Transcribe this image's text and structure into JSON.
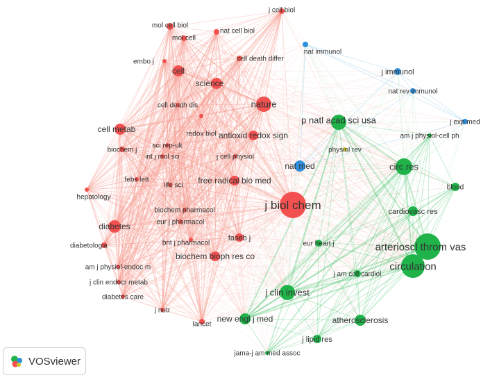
{
  "app": {
    "name": "VOSviewer"
  },
  "colors": {
    "red": "#f2514f",
    "green": "#1fb34a",
    "blue": "#2f8fdc",
    "yellow": "#c9c92a",
    "edge_red": "#f59a8f",
    "edge_green": "#57c979",
    "edge_blue": "#7cc0ec"
  },
  "network": {
    "nodes": [
      {
        "id": "j biol chem",
        "cluster": "red"
      },
      {
        "id": "nature",
        "cluster": "red"
      },
      {
        "id": "cell",
        "cluster": "red"
      },
      {
        "id": "science",
        "cluster": "red"
      },
      {
        "id": "cell metab",
        "cluster": "red"
      },
      {
        "id": "diabetes",
        "cluster": "red"
      },
      {
        "id": "mol cell biol",
        "cluster": "red"
      },
      {
        "id": "mol cell",
        "cluster": "red"
      },
      {
        "id": "nat cell biol",
        "cluster": "red"
      },
      {
        "id": "j cell biol",
        "cluster": "red"
      },
      {
        "id": "embo j",
        "cluster": "red"
      },
      {
        "id": "cell death differ",
        "cluster": "red"
      },
      {
        "id": "cell death dis",
        "cluster": "red"
      },
      {
        "id": "redox biol",
        "cluster": "red"
      },
      {
        "id": "antioxid redox sign",
        "cluster": "red"
      },
      {
        "id": "biochem j",
        "cluster": "red"
      },
      {
        "id": "sci rep-uk",
        "cluster": "red"
      },
      {
        "id": "int j mol sci",
        "cluster": "red"
      },
      {
        "id": "j cell physiol",
        "cluster": "red"
      },
      {
        "id": "febs lett",
        "cluster": "red"
      },
      {
        "id": "life sci",
        "cluster": "red"
      },
      {
        "id": "hepatology",
        "cluster": "red"
      },
      {
        "id": "free radical bio med",
        "cluster": "red"
      },
      {
        "id": "biochem pharmacol",
        "cluster": "red"
      },
      {
        "id": "eur j pharmacol",
        "cluster": "red"
      },
      {
        "id": "diabetologia",
        "cluster": "red"
      },
      {
        "id": "brit j pharmacol",
        "cluster": "red"
      },
      {
        "id": "faseb j",
        "cluster": "red"
      },
      {
        "id": "biochem bioph res co",
        "cluster": "red"
      },
      {
        "id": "am j physiol-endoc m",
        "cluster": "red"
      },
      {
        "id": "j clin endocr metab",
        "cluster": "red"
      },
      {
        "id": "diabetes care",
        "cluster": "red"
      },
      {
        "id": "j nutr",
        "cluster": "red"
      },
      {
        "id": "lancet",
        "cluster": "red"
      },
      {
        "id": "p natl acad sci usa",
        "cluster": "green"
      },
      {
        "id": "circ res",
        "cluster": "green"
      },
      {
        "id": "blood",
        "cluster": "green"
      },
      {
        "id": "cardiovasc res",
        "cluster": "green"
      },
      {
        "id": "arterioscl throm vas",
        "cluster": "green"
      },
      {
        "id": "circulation",
        "cluster": "green"
      },
      {
        "id": "eur heart j",
        "cluster": "green"
      },
      {
        "id": "j am coll cardiol",
        "cluster": "green"
      },
      {
        "id": "j clin invest",
        "cluster": "green"
      },
      {
        "id": "new engl j med",
        "cluster": "green"
      },
      {
        "id": "atherosclerosis",
        "cluster": "green"
      },
      {
        "id": "j lipid res",
        "cluster": "green"
      },
      {
        "id": "jama-j am med assoc",
        "cluster": "green"
      },
      {
        "id": "am j physiol-cell ph",
        "cluster": "green"
      },
      {
        "id": "nat immunol",
        "cluster": "blue"
      },
      {
        "id": "j immunol",
        "cluster": "blue"
      },
      {
        "id": "nat rev immunol",
        "cluster": "blue"
      },
      {
        "id": "j exp med",
        "cluster": "blue"
      },
      {
        "id": "nat med",
        "cluster": "blue"
      },
      {
        "id": "physiol rev",
        "cluster": "yellow"
      }
    ]
  }
}
